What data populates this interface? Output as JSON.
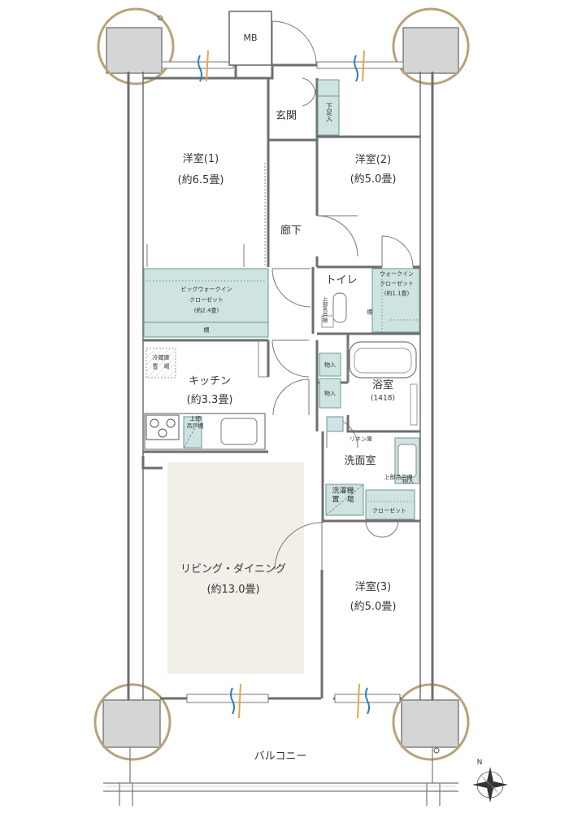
{
  "rooms": {
    "western1": {
      "name": "洋室(1)",
      "size": "(約6.5畳)"
    },
    "western2": {
      "name": "洋室(2)",
      "size": "(約5.0畳)"
    },
    "western3": {
      "name": "洋室(3)",
      "size": "(約5.0畳)"
    },
    "entrance": "玄関",
    "hallway": "廊下",
    "kitchen": {
      "name": "キッチン",
      "size": "(約3.3畳)"
    },
    "living": {
      "name": "リビング・ダイニング",
      "size": "(約13.0畳)"
    },
    "bathroom": {
      "name": "浴室",
      "size": "(1418)"
    },
    "washroom": "洗面室",
    "toilet": "トイレ",
    "balcony": "バルコニー"
  },
  "storage": {
    "mb": "MB",
    "shoe_cabinet": "下足入",
    "big_walkin": [
      "ビッグウォークイン",
      "クローゼット",
      "(約2.4畳)"
    ],
    "big_walkin_shelf": "棚",
    "walkin": [
      "ウォークイン",
      "クローゼット",
      "(約1.1畳)"
    ],
    "walkin_shelf": "棚",
    "fridge": [
      "冷蔵庫",
      "置　場"
    ],
    "upper_cabinet_kitchen": [
      "上部",
      "吊戸棚"
    ],
    "toilet_upper_cabinet": "上部吊戸棚",
    "storage_a": "物入",
    "storage_b": "物入",
    "linen": "リネン庫",
    "washer": [
      "洗濯機",
      "置　場"
    ],
    "washroom_upper": "上部吊戸棚",
    "washroom_storage": "物入",
    "closet3": "クローゼット"
  },
  "compass": "N",
  "colors": {
    "wall": "#6e6e6e",
    "column_ring": "#b8a27a",
    "storage_fill": "#cfe3e1",
    "storage_edge": "#6a9a96",
    "floor_tint": "#f2efe9",
    "airflow_blue": "#2f7fc0",
    "airflow_orange": "#e8a54a"
  }
}
